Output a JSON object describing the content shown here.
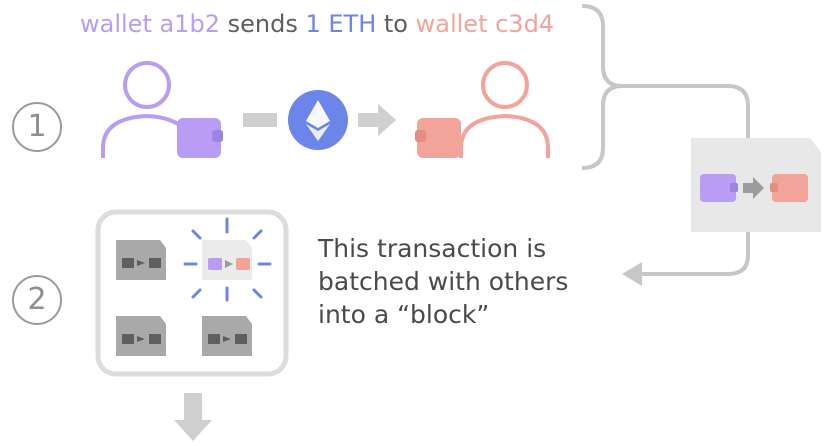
{
  "headline": {
    "sender": "wallet a1b2",
    "verb": "sends",
    "amount": "1 ETH",
    "preposition": "to",
    "receiver": "wallet c3d4"
  },
  "steps": [
    {
      "number": "1"
    },
    {
      "number": "2"
    }
  ],
  "caption_lines": [
    "This transaction is",
    "batched with others",
    "into a “block”"
  ],
  "icons": {
    "sender": "person-wallet-icon",
    "coin": "ethereum-icon",
    "receiver": "person-wallet-icon",
    "transaction": "transaction-document-icon",
    "block": "block-container-icon"
  },
  "colors": {
    "sender": "#b99cf3",
    "receiver": "#f2a39a",
    "eth": "#6b86e8",
    "gray_text": "#5f5f5f",
    "connector": "#c7c7c7",
    "document": "#e8e8e8",
    "document_dark": "#9c9c9c",
    "glow": "#6b86e8"
  }
}
